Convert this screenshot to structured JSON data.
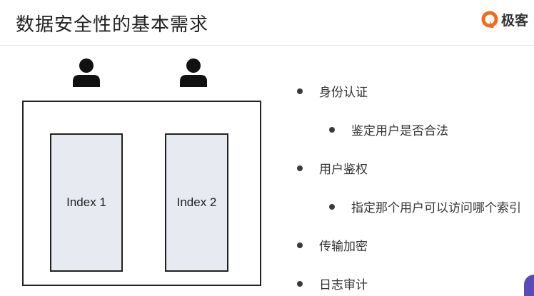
{
  "slide": {
    "title": "数据安全性的基本需求"
  },
  "logo": {
    "text": "极客",
    "icon": "geek-logo-icon",
    "color": "#f26a1b"
  },
  "diagram": {
    "users": [
      "user-icon",
      "user-icon"
    ],
    "indices": [
      "Index 1",
      "Index 2"
    ],
    "box_fill": "#e8eaf1"
  },
  "requirements": [
    {
      "text": "身份认证",
      "level": 1
    },
    {
      "text": "鉴定用户是否合法",
      "level": 2
    },
    {
      "text": "用户鉴权",
      "level": 1
    },
    {
      "text": "指定那个用户可以访问哪个索引",
      "level": 2
    },
    {
      "text": "传输加密",
      "level": 1
    },
    {
      "text": "日志审计",
      "level": 1
    }
  ]
}
